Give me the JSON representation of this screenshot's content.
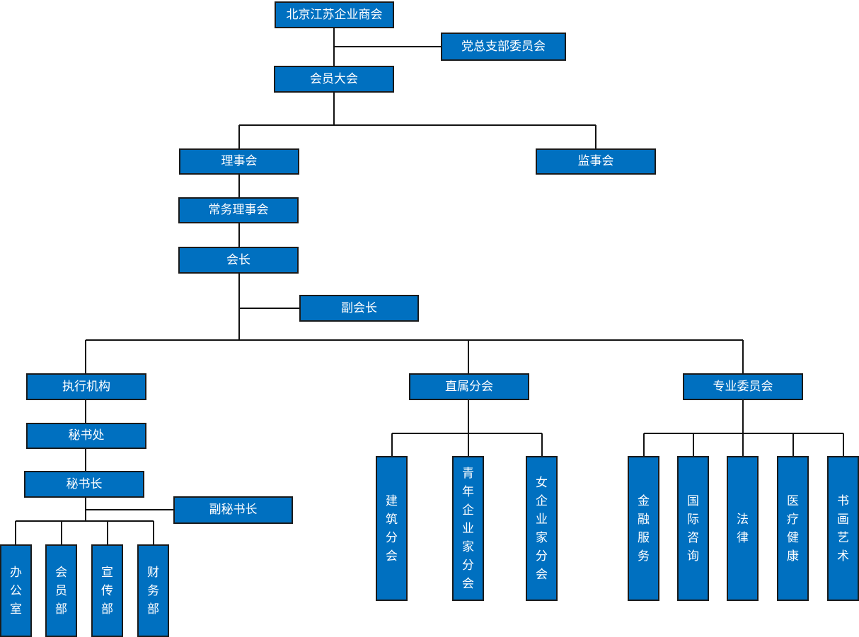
{
  "colors": {
    "box_fill": "#0070c0",
    "box_border": "#1a1a1a",
    "box_text": "#ffffff",
    "connector": "#111111"
  },
  "org": {
    "chamber": "北京江苏企业商会",
    "party_branch": "党总支部委员会",
    "general_assembly": "会员大会",
    "council": "理事会",
    "supervisory_board": "监事会",
    "standing_council": "常务理事会",
    "president": "会长",
    "vice_president": "副会长",
    "executive": "执行机构",
    "secretariat": "秘书处",
    "secretary_general": "秘书长",
    "deputy_secretary_general": "副秘书长",
    "departments": [
      "办公室",
      "会员部",
      "宣传部",
      "财务部"
    ],
    "branches": "直属分会",
    "branch_items": [
      "建筑分会",
      "青年企业家分会",
      "女企业家分会"
    ],
    "committees": "专业委员会",
    "committee_items": [
      "金融服务",
      "国际咨询",
      "法律",
      "医疗健康",
      "书画艺术"
    ]
  }
}
